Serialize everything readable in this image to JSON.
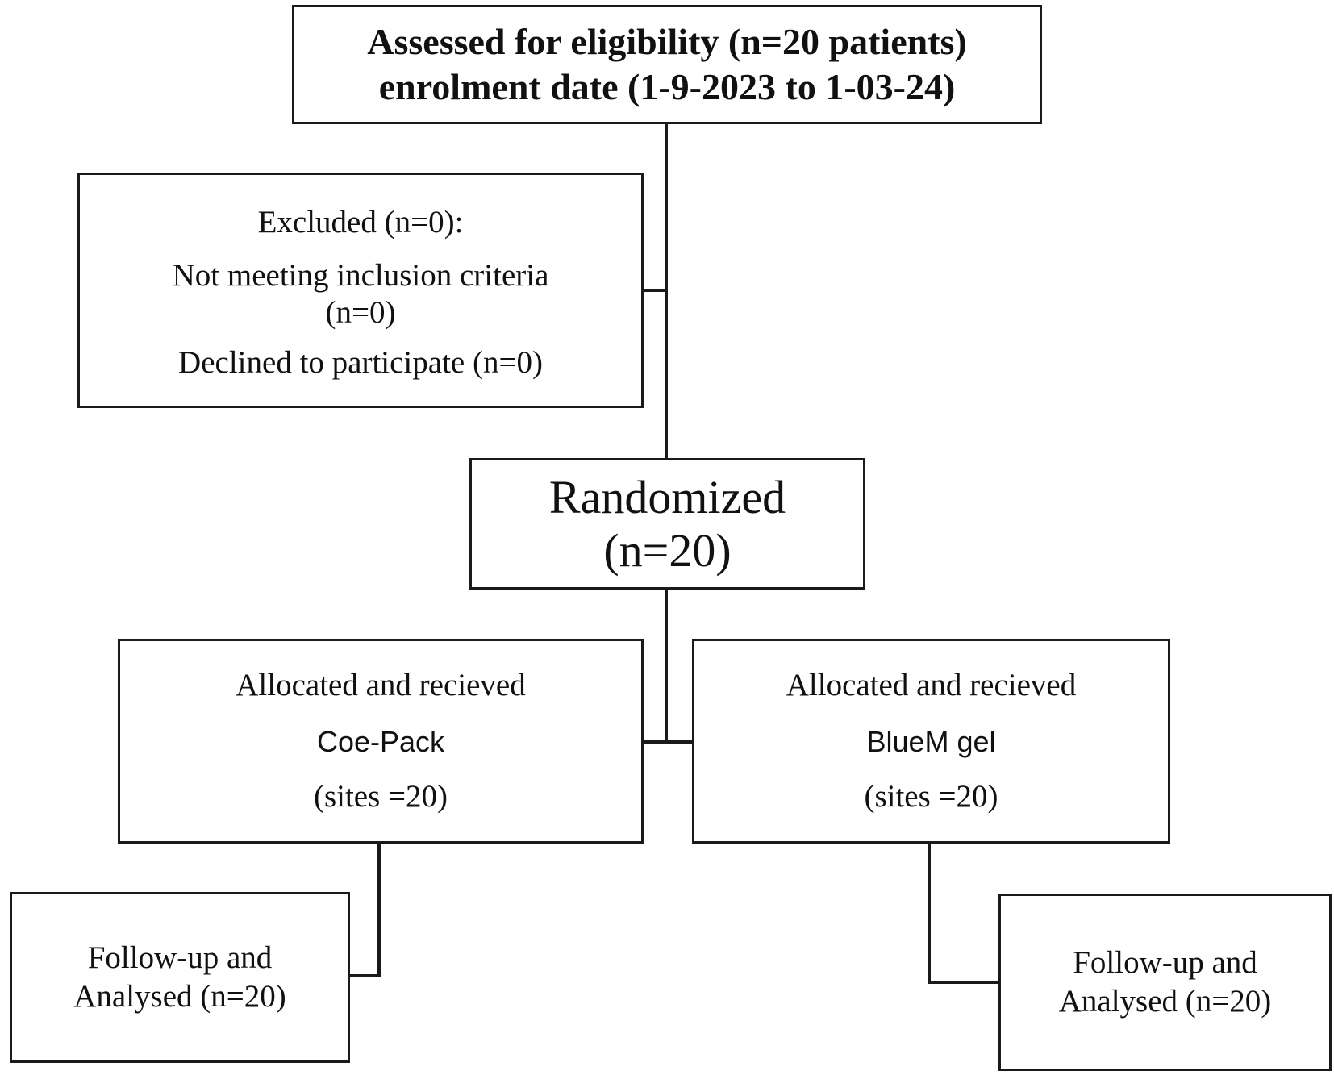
{
  "assessed": {
    "line1": "Assessed for eligibility (n=20 patients)",
    "line2": "enrolment date (1-9-2023 to 1-03-24)"
  },
  "excluded": {
    "title": "Excluded (n=0):",
    "reason1_line1": "Not meeting inclusion criteria",
    "reason1_line2": "(n=0)",
    "reason2": "Declined to participate (n=0)"
  },
  "randomized": {
    "label": "Randomized",
    "count": "(n=20)"
  },
  "allocation_left": {
    "label": "Allocated and recieved",
    "group": "Coe-Pack",
    "sites": "(sites =20)"
  },
  "allocation_right": {
    "label": "Allocated and recieved",
    "group": "BlueM gel",
    "sites": "(sites =20)"
  },
  "followup_left": {
    "line1": "Follow-up and",
    "line2": "Analysed (n=20)"
  },
  "followup_right": {
    "line1": "Follow-up and",
    "line2": "Analysed (n=20)"
  }
}
